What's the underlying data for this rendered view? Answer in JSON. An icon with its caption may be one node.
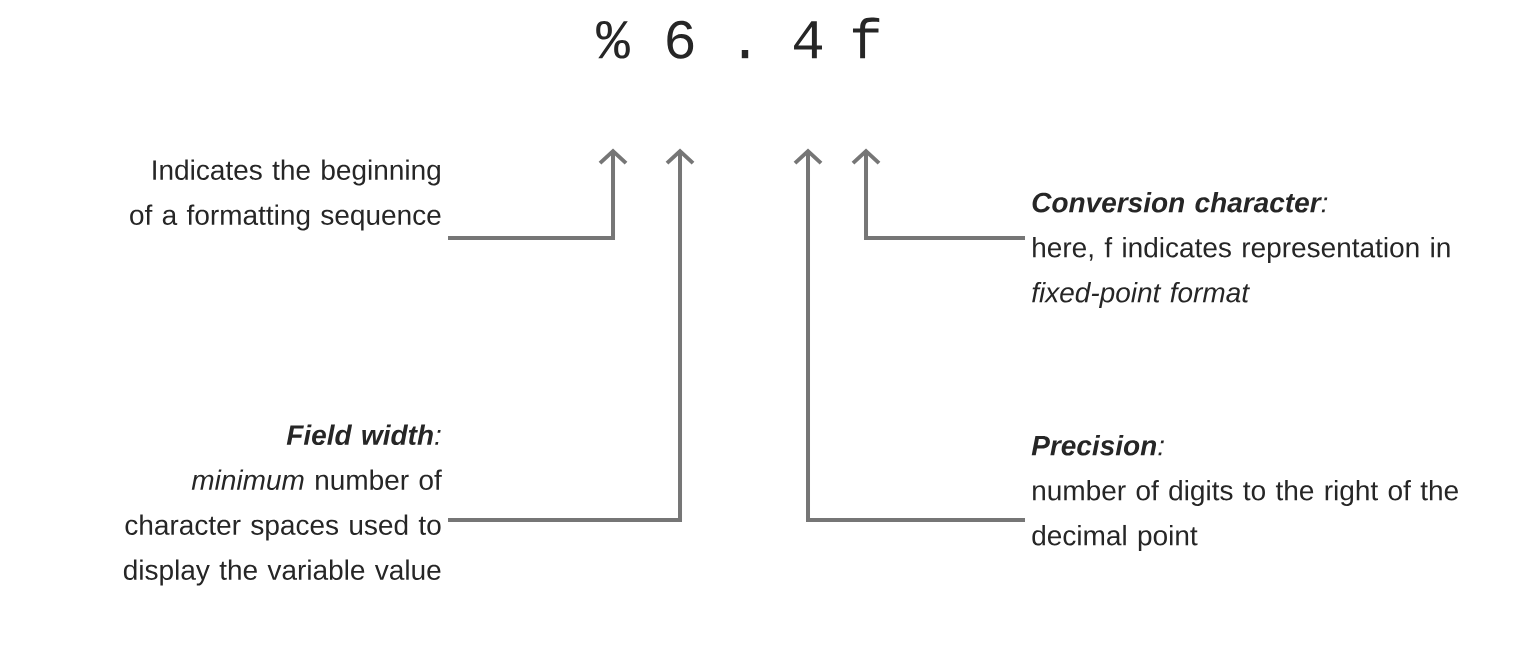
{
  "diagram": {
    "nodes": [
      {
        "text": [
          "%"
        ]
      },
      {
        "text": [
          "6"
        ]
      },
      {
        "text": [
          "4"
        ]
      },
      {
        "text": [
          "f"
        ]
      },
      {
        "text": [
          "Indicates the beginning of a formatting sequence"
        ]
      },
      {
        "text": [
          "**Conversion character**:",
          "here, f indicates representation in *fixed-point format*"
        ]
      },
      {
        "text": [
          "**Field width**:",
          "*minimum* number of character spaces used to display the variable value"
        ]
      },
      {
        "text": [
          "**Precision**:",
          "number of digits to the right of the decimal point"
        ]
      }
    ],
    "edges": [
      {
        "from": 4,
        "to": 0,
        "arrow": "to"
      },
      {
        "from": 5,
        "to": 3,
        "arrow": "to"
      },
      {
        "from": 6,
        "to": 1,
        "arrow": "to"
      },
      {
        "from": 7,
        "to": 2,
        "arrow": "to"
      }
    ],
    "labels": [
      "."
    ]
  }
}
